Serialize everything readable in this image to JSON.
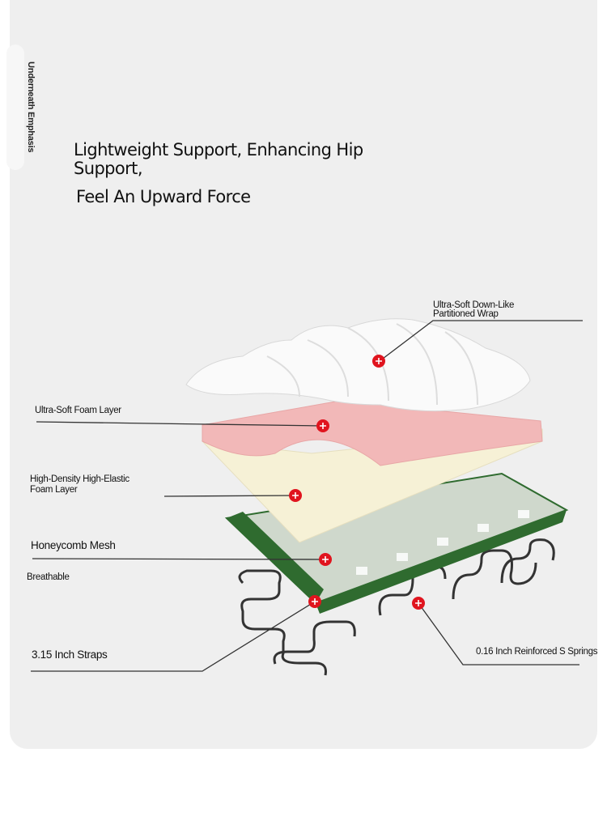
{
  "side_tab": "Underneath Emphasis",
  "headline": {
    "line1": "Lightweight Support, Enhancing Hip",
    "line2": "Support,",
    "line3": "Feel An Upward Force"
  },
  "labels": {
    "down_wrap_1": "Ultra-Soft Down-Like",
    "down_wrap_2": "Partitioned Wrap",
    "soft_foam": "Ultra-Soft Foam Layer",
    "hd_foam_1": "High-Density High-Elastic",
    "hd_foam_2": "Foam Layer",
    "mesh": "Honeycomb Mesh",
    "breathable": "Breathable",
    "straps": "3.15 Inch Straps",
    "springs": "0.16 Inch Reinforced S Springs"
  },
  "colors": {
    "marker": "#e0141e",
    "foam_pink": "#f2b8b8",
    "foam_cream": "#f6f1d6",
    "mesh_green": "#2f6b2f"
  }
}
